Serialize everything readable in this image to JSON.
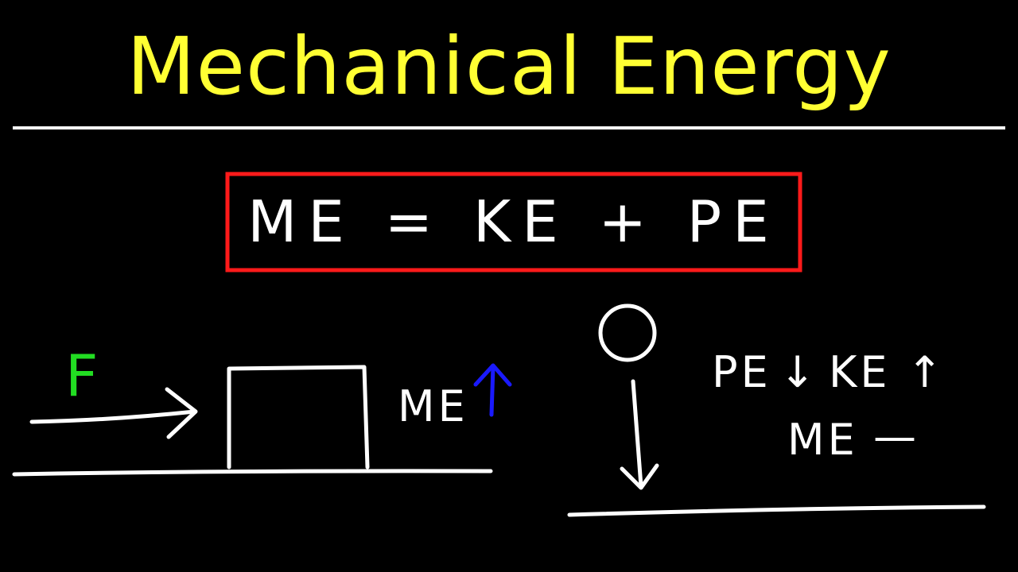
{
  "title": "Mechanical Energy",
  "formula": "ME = KE + PE",
  "left_scene": {
    "force_label": "F",
    "energy_label": "ME",
    "energy_change": "↑"
  },
  "right_scene": {
    "pe_label": "PE",
    "pe_change": "↓",
    "ke_label": "KE",
    "ke_change": "↑",
    "me_label": "ME",
    "me_change": "—"
  },
  "colors": {
    "background": "#000000",
    "title": "#ffff33",
    "chalk": "#ffffff",
    "box_border": "#ff1a1a",
    "force": "#22dd22",
    "up_arrow": "#1a1aff"
  }
}
